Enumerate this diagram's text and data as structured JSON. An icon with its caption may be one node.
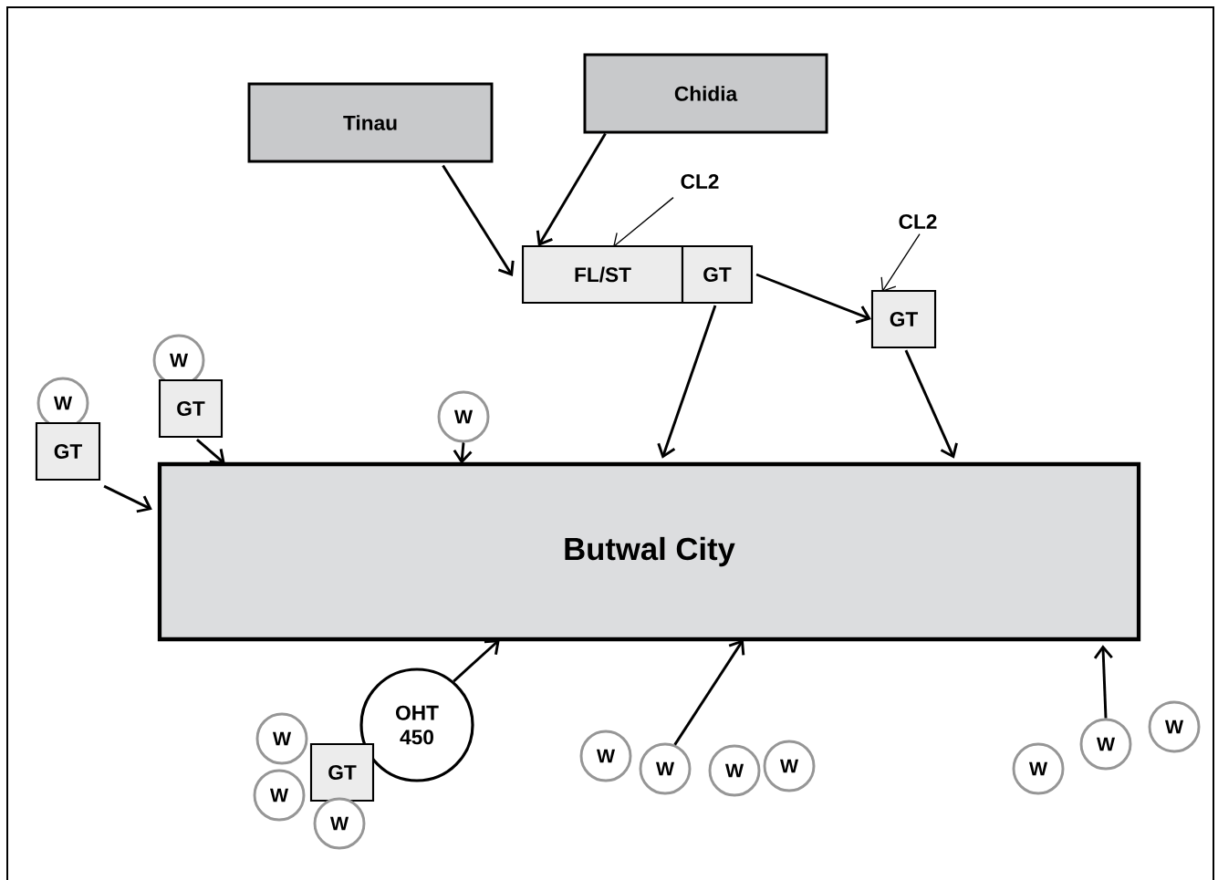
{
  "diagram": {
    "nodes": [
      {
        "text": [
          "Tinau"
        ]
      },
      {
        "text": [
          "Chidia"
        ]
      },
      {
        "text": [
          "FL/ST"
        ]
      },
      {
        "text": [
          "GT"
        ]
      },
      {
        "text": [
          "CL2"
        ]
      },
      {
        "text": [
          "CL2"
        ]
      },
      {
        "text": [
          "GT"
        ]
      },
      {
        "text": [
          "Butwal City"
        ]
      },
      {
        "text": [
          "W"
        ]
      },
      {
        "text": [
          "GT"
        ]
      },
      {
        "text": [
          "W"
        ]
      },
      {
        "text": [
          "GT"
        ]
      },
      {
        "text": [
          "W"
        ]
      },
      {
        "text": [
          "OHT 450"
        ]
      },
      {
        "text": [
          "W"
        ]
      },
      {
        "text": [
          "GT"
        ]
      },
      {
        "text": [
          "W"
        ]
      },
      {
        "text": [
          "W"
        ]
      },
      {
        "text": [
          "W"
        ]
      },
      {
        "text": [
          "W"
        ]
      },
      {
        "text": [
          "W"
        ]
      },
      {
        "text": [
          "W"
        ]
      },
      {
        "text": [
          "W"
        ]
      },
      {
        "text": [
          "W"
        ]
      },
      {
        "text": [
          "W"
        ]
      }
    ],
    "edges": [
      {
        "from": 0,
        "to": 2,
        "arrow": "to"
      },
      {
        "from": 1,
        "to": 2,
        "arrow": "to"
      },
      {
        "from": 4,
        "to": 2,
        "arrow": "to"
      },
      {
        "from": 5,
        "to": 6,
        "arrow": "to"
      },
      {
        "from": 3,
        "to": 6,
        "arrow": "to"
      },
      {
        "from": 3,
        "to": 7,
        "arrow": "to"
      },
      {
        "from": 6,
        "to": 7,
        "arrow": "to"
      },
      {
        "from": 9,
        "to": 7,
        "arrow": "to"
      },
      {
        "from": 11,
        "to": 7,
        "arrow": "to"
      },
      {
        "from": 12,
        "to": 7,
        "arrow": "to"
      },
      {
        "from": 13,
        "to": 7,
        "arrow": "to"
      },
      {
        "from": 19,
        "to": 7,
        "arrow": "to"
      },
      {
        "from": 23,
        "to": 7,
        "arrow": "to"
      }
    ]
  }
}
